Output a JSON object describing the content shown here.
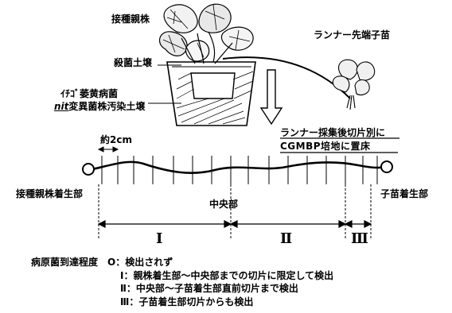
{
  "labels": {
    "mother_plant": "接種親株",
    "runner_tip_seedling": "ランナー先端子苗",
    "sterile_soil": "殺菌土壌",
    "contaminated_soil_line1": "ｲﾁｺﾞ萎黄病菌",
    "contaminated_soil_line2_prefix": "nit",
    "contaminated_soil_line2_rest": "変異菌株汚染土壌",
    "section_note_line1": "ランナー採集後切片別に",
    "section_note_line2": "CGMBP培地に置床",
    "segment_length": "約2cm",
    "mother_attachment": "接種親株着生部",
    "center_part": "中央部",
    "seedling_attachment": "子苗着生部"
  },
  "ranges": [
    "Ⅰ",
    "Ⅱ",
    "Ⅲ"
  ],
  "legend": {
    "title": "病原菌到達程度",
    "items": [
      "O：検出されず",
      "Ⅰ：親株着生部～中央部までの切片に限定して検出",
      "Ⅱ：中央部～子苗着生部直前切片まで検出",
      "Ⅲ：子苗着生部切片からも検出"
    ]
  }
}
